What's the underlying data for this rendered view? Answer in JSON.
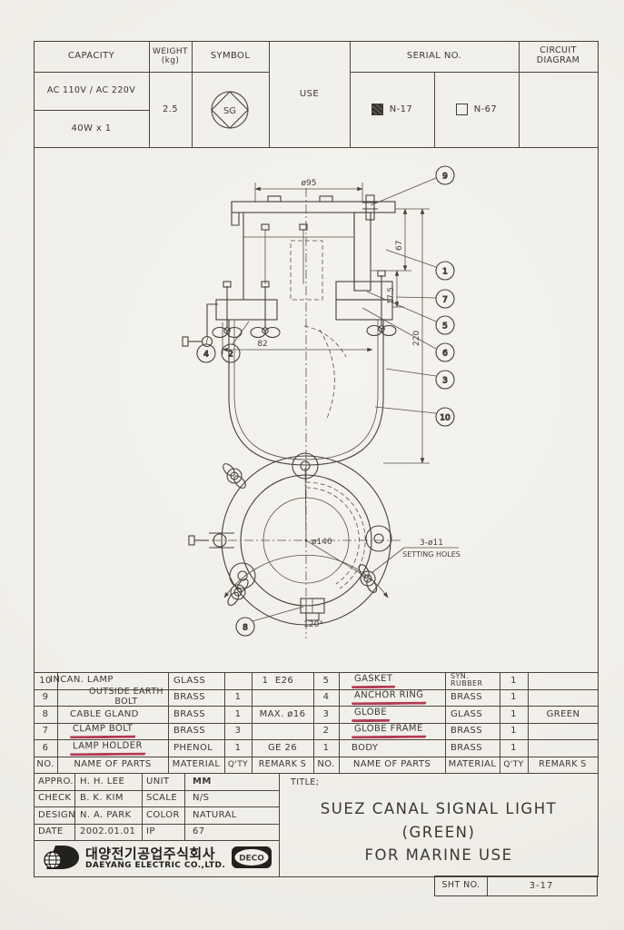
{
  "colors": {
    "ink": "#45423c",
    "red_mark": "#b43a52",
    "paper": "#f2f0ea"
  },
  "spec_table": {
    "capacity_header": "CAPACITY",
    "weight_header": "WEIGHT",
    "weight_unit": "(kg)",
    "symbol_header": "SYMBOL",
    "use_label": "USE",
    "serial_header": "SERIAL  NO.",
    "circuit_header_line1": "CIRCUIT",
    "circuit_header_line2": "DIAGRAM",
    "capacity_value_1": "AC  110V  /  AC  220V",
    "capacity_value_2": "40W  x  1",
    "weight_value": "2.5",
    "symbol_glyph": "SG",
    "serial_option_1": "N-17",
    "serial_option_2": "N-67"
  },
  "drawing": {
    "dim_phi95": "ø95",
    "dim_67": "67",
    "dim_17_5": "17.5",
    "dim_220": "220",
    "dim_82": "82",
    "dim_phi140": "ø140",
    "dim_angle": "120°",
    "setting_holes_line1": "3-ø11",
    "setting_holes_line2": "SETTING  HOLES",
    "callouts": {
      "c9": "9",
      "c1": "1",
      "c7": "7",
      "c5": "5",
      "c6": "6",
      "c3": "3",
      "c10": "10",
      "c4": "4",
      "c2": "2",
      "c8": "8"
    }
  },
  "parts_table": {
    "headers": {
      "no": "NO.",
      "name": "NAME  OF  PARTS",
      "material": "MATERIAL",
      "qty": "Q'TY",
      "remarks": "REMARK S"
    },
    "left_rows": [
      {
        "no": "10",
        "name": "INCAN.  LAMP",
        "material": "GLASS",
        "qty": "1",
        "remarks": "E26",
        "marked": false
      },
      {
        "no": "9",
        "name": "OUTSIDE  EARTH  BOLT",
        "material": "BRASS",
        "qty": "1",
        "remarks": "",
        "marked": false
      },
      {
        "no": "8",
        "name": "CABLE  GLAND",
        "material": "BRASS",
        "qty": "1",
        "remarks": "MAX.  ø16",
        "marked": false
      },
      {
        "no": "7",
        "name": "CLAMP  BOLT",
        "material": "BRASS",
        "qty": "3",
        "remarks": "",
        "marked": true
      },
      {
        "no": "6",
        "name": "LAMP  HOLDER",
        "material": "PHENOL",
        "qty": "1",
        "remarks": "GE  26",
        "marked": true
      }
    ],
    "right_rows": [
      {
        "no": "5",
        "name": "GASKET",
        "material": "SYN. RUBBER",
        "qty": "1",
        "remarks": "",
        "marked": true
      },
      {
        "no": "4",
        "name": "ANCHOR  RING",
        "material": "BRASS",
        "qty": "1",
        "remarks": "",
        "marked": true
      },
      {
        "no": "3",
        "name": "GLOBE",
        "material": "GLASS",
        "qty": "1",
        "remarks": "GREEN",
        "marked": true
      },
      {
        "no": "2",
        "name": "GLOBE  FRAME",
        "material": "BRASS",
        "qty": "1",
        "remarks": "",
        "marked": true
      },
      {
        "no": "1",
        "name": "BODY",
        "material": "BRASS",
        "qty": "1",
        "remarks": "",
        "marked": false
      }
    ]
  },
  "approval": {
    "rows": [
      {
        "label": "APPRO.",
        "value": "H.  H.  LEE",
        "label2": "UNIT",
        "value2": "MM"
      },
      {
        "label": "CHECK",
        "value": "B.  K.  KIM",
        "label2": "SCALE",
        "value2": "N/S"
      },
      {
        "label": "DESIGN",
        "value": "N.  A.  PARK",
        "label2": "COLOR",
        "value2": "NATURAL"
      },
      {
        "label": "DATE",
        "value": "2002.01.01",
        "label2": "IP",
        "value2": "67"
      }
    ]
  },
  "company": {
    "korean": "대양전기공업주식회사",
    "english": "DAEYANG ELECTRIC CO.,LTD.",
    "badge": "DECO"
  },
  "title_block": {
    "label": "TITLE;",
    "line1": "SUEZ  CANAL  SIGNAL  LIGHT",
    "line2": "(GREEN)",
    "line3": "FOR  MARINE  USE"
  },
  "sheet_no": {
    "label": "SHT  NO.",
    "value": "3-17"
  }
}
